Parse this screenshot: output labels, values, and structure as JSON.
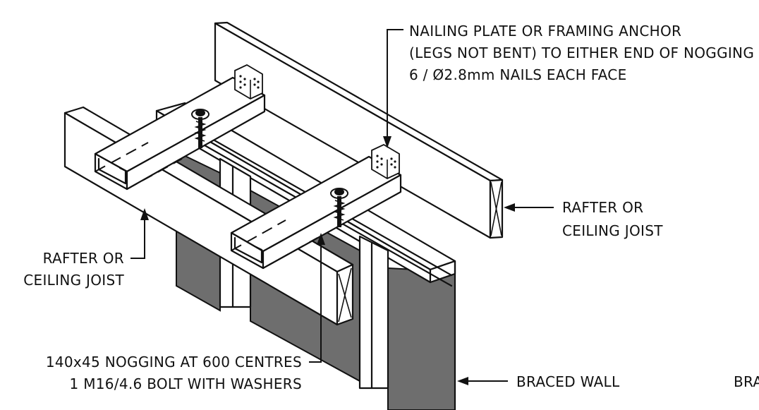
{
  "labels": {
    "nailing_plate_line1": "NAILING PLATE OR FRAMING ANCHOR",
    "nailing_plate_line2": "(LEGS NOT BENT) TO EITHER END OF NOGGING",
    "nailing_plate_line3": "6 / Ø2.8mm NAILS EACH FACE",
    "rafter_right_line1": "RAFTER OR",
    "rafter_right_line2": "CEILING JOIST",
    "rafter_left_line1": "RAFTER OR",
    "rafter_left_line2": "CEILING JOIST",
    "nogging_line1": "140x45 NOGGING AT 600 CENTRES",
    "nogging_line2": "1 M16/4.6 BOLT WITH WASHERS",
    "braced_wall": "BRACED WALL",
    "braced_wall_cut": "BRA"
  },
  "colors": {
    "line": "#111111",
    "lining_fill": "#6e6e6e",
    "timber_fill": "#ffffff"
  }
}
